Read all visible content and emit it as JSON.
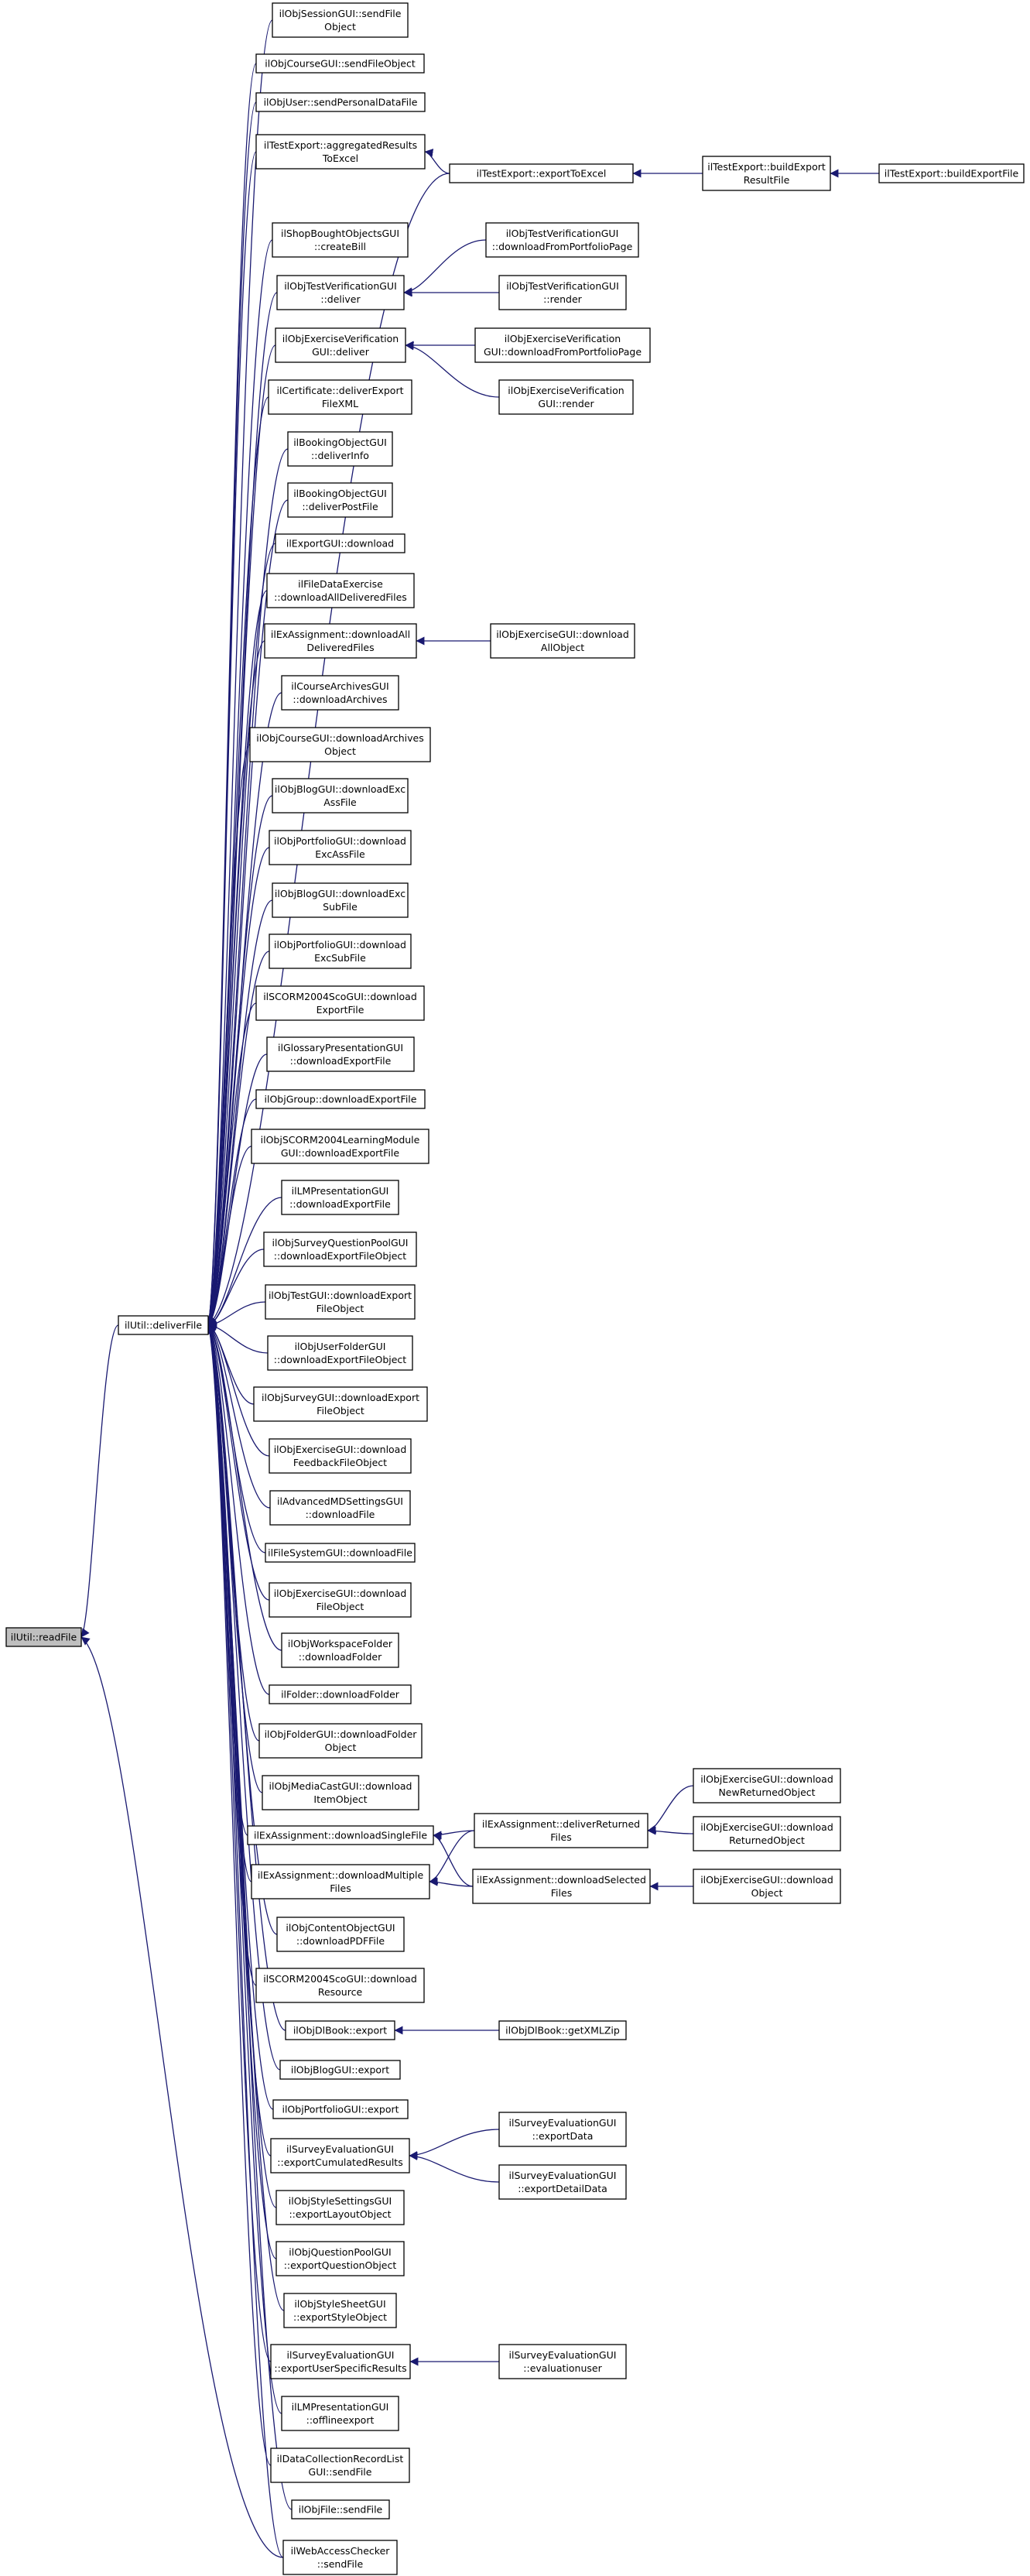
{
  "colors": {
    "edge": "#191970",
    "root_fill": "#bfbfbf",
    "node_fill": "#ffffff",
    "node_stroke": "#000000"
  },
  "nodes": [
    {
      "id": "readFile",
      "lines": [
        "ilUtil::readFile"
      ],
      "root": true
    },
    {
      "id": "deliverFile",
      "lines": [
        "ilUtil::deliverFile"
      ]
    },
    {
      "id": "sessSend",
      "lines": [
        "ilObjSessionGUI::sendFile",
        "Object"
      ]
    },
    {
      "id": "courseSend",
      "lines": [
        "ilObjCourseGUI::sendFileObject"
      ]
    },
    {
      "id": "userSend",
      "lines": [
        "ilObjUser::sendPersonalDataFile"
      ]
    },
    {
      "id": "testAgg",
      "lines": [
        "ilTestExport::aggregatedResults",
        "ToExcel"
      ]
    },
    {
      "id": "shopBill",
      "lines": [
        "ilShopBoughtObjectsGUI",
        "::createBill"
      ]
    },
    {
      "id": "testVerDeliver",
      "lines": [
        "ilObjTestVerificationGUI",
        "::deliver"
      ]
    },
    {
      "id": "exVerDeliver",
      "lines": [
        "ilObjExerciseVerification",
        "GUI::deliver"
      ]
    },
    {
      "id": "certXML",
      "lines": [
        "ilCertificate::deliverExport",
        "FileXML"
      ]
    },
    {
      "id": "bookInfo",
      "lines": [
        "ilBookingObjectGUI",
        "::deliverInfo"
      ]
    },
    {
      "id": "bookPost",
      "lines": [
        "ilBookingObjectGUI",
        "::deliverPostFile"
      ]
    },
    {
      "id": "exportDownload",
      "lines": [
        "ilExportGUI::download"
      ]
    },
    {
      "id": "fileDataEx",
      "lines": [
        "ilFileDataExercise",
        "::downloadAllDeliveredFiles"
      ]
    },
    {
      "id": "exAssignAll",
      "lines": [
        "ilExAssignment::downloadAll",
        "DeliveredFiles"
      ]
    },
    {
      "id": "courseArch",
      "lines": [
        "ilCourseArchivesGUI",
        "::downloadArchives"
      ]
    },
    {
      "id": "objCourseArch",
      "lines": [
        "ilObjCourseGUI::downloadArchives",
        "Object"
      ]
    },
    {
      "id": "blogExcAss",
      "lines": [
        "ilObjBlogGUI::downloadExc",
        "AssFile"
      ]
    },
    {
      "id": "portExcAss",
      "lines": [
        "ilObjPortfolioGUI::download",
        "ExcAssFile"
      ]
    },
    {
      "id": "blogExcSub",
      "lines": [
        "ilObjBlogGUI::downloadExc",
        "SubFile"
      ]
    },
    {
      "id": "portExcSub",
      "lines": [
        "ilObjPortfolioGUI::download",
        "ExcSubFile"
      ]
    },
    {
      "id": "scormExport",
      "lines": [
        "ilSCORM2004ScoGUI::download",
        "ExportFile"
      ]
    },
    {
      "id": "glossExport",
      "lines": [
        "ilGlossaryPresentationGUI",
        "::downloadExportFile"
      ]
    },
    {
      "id": "groupExport",
      "lines": [
        "ilObjGroup::downloadExportFile"
      ]
    },
    {
      "id": "scormLM",
      "lines": [
        "ilObjSCORM2004LearningModule",
        "GUI::downloadExportFile"
      ]
    },
    {
      "id": "lmPresExport",
      "lines": [
        "ilLMPresentationGUI",
        "::downloadExportFile"
      ]
    },
    {
      "id": "surveyQPool",
      "lines": [
        "ilObjSurveyQuestionPoolGUI",
        "::downloadExportFileObject"
      ]
    },
    {
      "id": "testExport",
      "lines": [
        "ilObjTestGUI::downloadExport",
        "FileObject"
      ]
    },
    {
      "id": "userFolder",
      "lines": [
        "ilObjUserFolderGUI",
        "::downloadExportFileObject"
      ]
    },
    {
      "id": "surveyExport",
      "lines": [
        "ilObjSurveyGUI::downloadExport",
        "FileObject"
      ]
    },
    {
      "id": "exFeedback",
      "lines": [
        "ilObjExerciseGUI::download",
        "FeedbackFileObject"
      ]
    },
    {
      "id": "advMD",
      "lines": [
        "ilAdvancedMDSettingsGUI",
        "::downloadFile"
      ]
    },
    {
      "id": "fsDownload",
      "lines": [
        "ilFileSystemGUI::downloadFile"
      ]
    },
    {
      "id": "exFileObj",
      "lines": [
        "ilObjExerciseGUI::download",
        "FileObject"
      ]
    },
    {
      "id": "wsFolder",
      "lines": [
        "ilObjWorkspaceFolder",
        "::downloadFolder"
      ]
    },
    {
      "id": "folderDl",
      "lines": [
        "ilFolder::downloadFolder"
      ]
    },
    {
      "id": "objFolderDl",
      "lines": [
        "ilObjFolderGUI::downloadFolder",
        "Object"
      ]
    },
    {
      "id": "mediaCast",
      "lines": [
        "ilObjMediaCastGUI::download",
        "ItemObject"
      ]
    },
    {
      "id": "exSingle",
      "lines": [
        "ilExAssignment::downloadSingleFile"
      ]
    },
    {
      "id": "exMultiple",
      "lines": [
        "ilExAssignment::downloadMultiple",
        "Files"
      ]
    },
    {
      "id": "contentPDF",
      "lines": [
        "ilObjContentObjectGUI",
        "::downloadPDFFile"
      ]
    },
    {
      "id": "scormRes",
      "lines": [
        "ilSCORM2004ScoGUI::download",
        "Resource"
      ]
    },
    {
      "id": "dlExport",
      "lines": [
        "ilObjDlBook::export"
      ]
    },
    {
      "id": "blogExport",
      "lines": [
        "ilObjBlogGUI::export"
      ]
    },
    {
      "id": "portExport",
      "lines": [
        "ilObjPortfolioGUI::export"
      ]
    },
    {
      "id": "survCum",
      "lines": [
        "ilSurveyEvaluationGUI",
        "::exportCumulatedResults"
      ]
    },
    {
      "id": "styleLayout",
      "lines": [
        "ilObjStyleSettingsGUI",
        "::exportLayoutObject"
      ]
    },
    {
      "id": "qpoolExport",
      "lines": [
        "ilObjQuestionPoolGUI",
        "::exportQuestionObject"
      ]
    },
    {
      "id": "styleSheet",
      "lines": [
        "ilObjStyleSheetGUI",
        "::exportStyleObject"
      ]
    },
    {
      "id": "survUser",
      "lines": [
        "ilSurveyEvaluationGUI",
        "::exportUserSpecificResults"
      ]
    },
    {
      "id": "lmOffline",
      "lines": [
        "ilLMPresentationGUI",
        "::offlineexport"
      ]
    },
    {
      "id": "dataColl",
      "lines": [
        "ilDataCollectionRecordList",
        "GUI::sendFile"
      ]
    },
    {
      "id": "objFileSend",
      "lines": [
        "ilObjFile::sendFile"
      ]
    },
    {
      "id": "webAccess",
      "lines": [
        "ilWebAccessChecker",
        "::sendFile"
      ]
    },
    {
      "id": "testExcel",
      "lines": [
        "ilTestExport::exportToExcel"
      ]
    },
    {
      "id": "testBuildRes",
      "lines": [
        "ilTestExport::buildExport",
        "ResultFile"
      ]
    },
    {
      "id": "testBuildFile",
      "lines": [
        "ilTestExport::buildExportFile"
      ]
    },
    {
      "id": "testVerPortfolio",
      "lines": [
        "ilObjTestVerificationGUI",
        "::downloadFromPortfolioPage"
      ]
    },
    {
      "id": "testVerRender",
      "lines": [
        "ilObjTestVerificationGUI",
        "::render"
      ]
    },
    {
      "id": "exVerPortfolio",
      "lines": [
        "ilObjExerciseVerification",
        "GUI::downloadFromPortfolioPage"
      ]
    },
    {
      "id": "exVerRender",
      "lines": [
        "ilObjExerciseVerification",
        "GUI::render"
      ]
    },
    {
      "id": "exGUIAll",
      "lines": [
        "ilObjExerciseGUI::download",
        "AllObject"
      ]
    },
    {
      "id": "exDeliverRet",
      "lines": [
        "ilExAssignment::deliverReturned",
        "Files"
      ]
    },
    {
      "id": "exDlSelected",
      "lines": [
        "ilExAssignment::downloadSelected",
        "Files"
      ]
    },
    {
      "id": "exNewRet",
      "lines": [
        "ilObjExerciseGUI::download",
        "NewReturnedObject"
      ]
    },
    {
      "id": "exRet",
      "lines": [
        "ilObjExerciseGUI::download",
        "ReturnedObject"
      ]
    },
    {
      "id": "exObj",
      "lines": [
        "ilObjExerciseGUI::download",
        "Object"
      ]
    },
    {
      "id": "dlXMLZip",
      "lines": [
        "ilObjDlBook::getXMLZip"
      ]
    },
    {
      "id": "survExportData",
      "lines": [
        "ilSurveyEvaluationGUI",
        "::exportData"
      ]
    },
    {
      "id": "survDetail",
      "lines": [
        "ilSurveyEvaluationGUI",
        "::exportDetailData"
      ]
    },
    {
      "id": "survEvalUser",
      "lines": [
        "ilSurveyEvaluationGUI",
        "::evaluationuser"
      ]
    }
  ],
  "edges": [
    [
      "deliverFile",
      "readFile"
    ],
    [
      "webAccess",
      "readFile"
    ],
    [
      "sessSend",
      "deliverFile"
    ],
    [
      "courseSend",
      "deliverFile"
    ],
    [
      "userSend",
      "deliverFile"
    ],
    [
      "testAgg",
      "deliverFile"
    ],
    [
      "testExcel",
      "deliverFile"
    ],
    [
      "shopBill",
      "deliverFile"
    ],
    [
      "testVerDeliver",
      "deliverFile"
    ],
    [
      "exVerDeliver",
      "deliverFile"
    ],
    [
      "certXML",
      "deliverFile"
    ],
    [
      "bookInfo",
      "deliverFile"
    ],
    [
      "bookPost",
      "deliverFile"
    ],
    [
      "exportDownload",
      "deliverFile"
    ],
    [
      "fileDataEx",
      "deliverFile"
    ],
    [
      "exAssignAll",
      "deliverFile"
    ],
    [
      "courseArch",
      "deliverFile"
    ],
    [
      "objCourseArch",
      "deliverFile"
    ],
    [
      "blogExcAss",
      "deliverFile"
    ],
    [
      "portExcAss",
      "deliverFile"
    ],
    [
      "blogExcSub",
      "deliverFile"
    ],
    [
      "portExcSub",
      "deliverFile"
    ],
    [
      "scormExport",
      "deliverFile"
    ],
    [
      "glossExport",
      "deliverFile"
    ],
    [
      "groupExport",
      "deliverFile"
    ],
    [
      "scormLM",
      "deliverFile"
    ],
    [
      "lmPresExport",
      "deliverFile"
    ],
    [
      "surveyQPool",
      "deliverFile"
    ],
    [
      "testExport",
      "deliverFile"
    ],
    [
      "userFolder",
      "deliverFile"
    ],
    [
      "surveyExport",
      "deliverFile"
    ],
    [
      "exFeedback",
      "deliverFile"
    ],
    [
      "advMD",
      "deliverFile"
    ],
    [
      "fsDownload",
      "deliverFile"
    ],
    [
      "exFileObj",
      "deliverFile"
    ],
    [
      "wsFolder",
      "deliverFile"
    ],
    [
      "folderDl",
      "deliverFile"
    ],
    [
      "objFolderDl",
      "deliverFile"
    ],
    [
      "mediaCast",
      "deliverFile"
    ],
    [
      "exSingle",
      "deliverFile"
    ],
    [
      "exMultiple",
      "deliverFile"
    ],
    [
      "contentPDF",
      "deliverFile"
    ],
    [
      "scormRes",
      "deliverFile"
    ],
    [
      "dlExport",
      "deliverFile"
    ],
    [
      "blogExport",
      "deliverFile"
    ],
    [
      "portExport",
      "deliverFile"
    ],
    [
      "survCum",
      "deliverFile"
    ],
    [
      "styleLayout",
      "deliverFile"
    ],
    [
      "qpoolExport",
      "deliverFile"
    ],
    [
      "styleSheet",
      "deliverFile"
    ],
    [
      "survUser",
      "deliverFile"
    ],
    [
      "lmOffline",
      "deliverFile"
    ],
    [
      "dataColl",
      "deliverFile"
    ],
    [
      "objFileSend",
      "deliverFile"
    ],
    [
      "webAccess",
      "deliverFile"
    ],
    [
      "testExcel",
      "testAgg"
    ],
    [
      "testBuildRes",
      "testExcel"
    ],
    [
      "testBuildFile",
      "testBuildRes"
    ],
    [
      "testVerPortfolio",
      "testVerDeliver"
    ],
    [
      "testVerRender",
      "testVerDeliver"
    ],
    [
      "exVerPortfolio",
      "exVerDeliver"
    ],
    [
      "exVerRender",
      "exVerDeliver"
    ],
    [
      "exGUIAll",
      "exAssignAll"
    ],
    [
      "exDeliverRet",
      "exSingle"
    ],
    [
      "exDlSelected",
      "exSingle"
    ],
    [
      "exDeliverRet",
      "exMultiple"
    ],
    [
      "exDlSelected",
      "exMultiple"
    ],
    [
      "exNewRet",
      "exDeliverRet"
    ],
    [
      "exRet",
      "exDeliverRet"
    ],
    [
      "exObj",
      "exDlSelected"
    ],
    [
      "dlXMLZip",
      "dlExport"
    ],
    [
      "survExportData",
      "survCum"
    ],
    [
      "survDetail",
      "survCum"
    ],
    [
      "survEvalUser",
      "survUser"
    ]
  ]
}
